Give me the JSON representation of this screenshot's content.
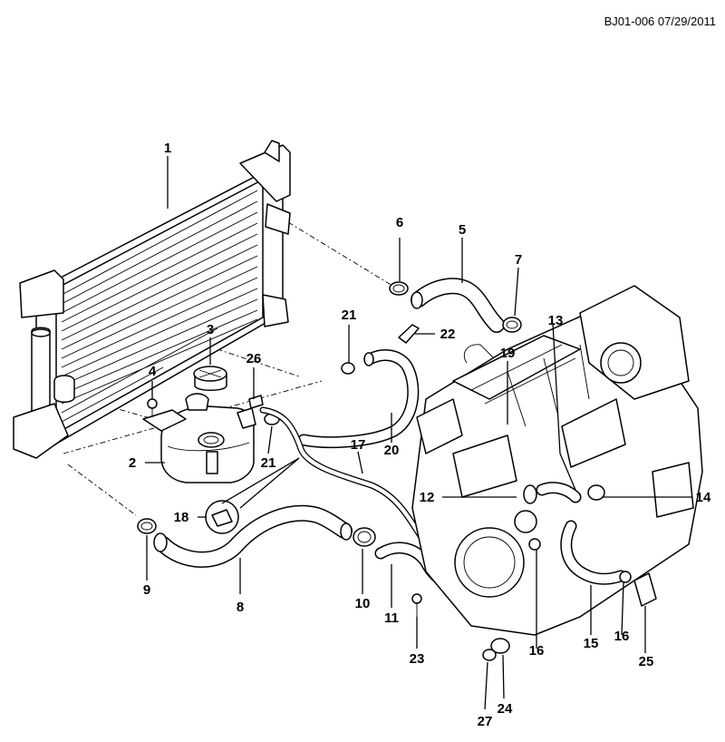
{
  "header": {
    "ref_code": "BJ01-006 07/29/2011"
  },
  "callouts": [
    {
      "id": "1",
      "label": "1"
    },
    {
      "id": "2",
      "label": "2"
    },
    {
      "id": "3",
      "label": "3"
    },
    {
      "id": "4",
      "label": "4"
    },
    {
      "id": "5",
      "label": "5"
    },
    {
      "id": "6",
      "label": "6"
    },
    {
      "id": "7",
      "label": "7"
    },
    {
      "id": "8",
      "label": "8"
    },
    {
      "id": "9",
      "label": "9"
    },
    {
      "id": "10",
      "label": "10"
    },
    {
      "id": "11",
      "label": "11"
    },
    {
      "id": "12",
      "label": "12"
    },
    {
      "id": "13",
      "label": "13"
    },
    {
      "id": "14",
      "label": "14"
    },
    {
      "id": "15",
      "label": "15"
    },
    {
      "id": "16a",
      "label": "16"
    },
    {
      "id": "16b",
      "label": "16"
    },
    {
      "id": "17",
      "label": "17"
    },
    {
      "id": "18",
      "label": "18"
    },
    {
      "id": "19",
      "label": "19"
    },
    {
      "id": "20",
      "label": "20"
    },
    {
      "id": "21a",
      "label": "21"
    },
    {
      "id": "21b",
      "label": "21"
    },
    {
      "id": "22",
      "label": "22"
    },
    {
      "id": "23",
      "label": "23"
    },
    {
      "id": "24",
      "label": "24"
    },
    {
      "id": "25",
      "label": "25"
    },
    {
      "id": "26",
      "label": "26"
    },
    {
      "id": "27",
      "label": "27"
    }
  ]
}
